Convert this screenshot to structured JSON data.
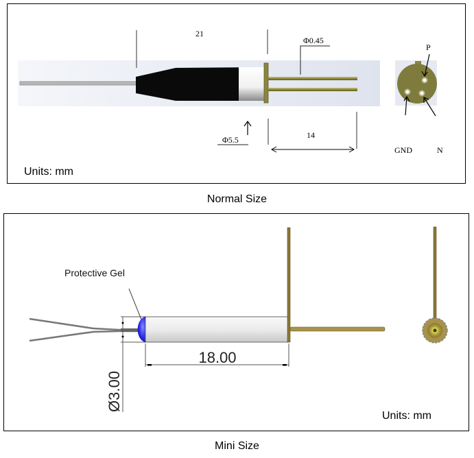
{
  "normal": {
    "caption": "Normal Size",
    "units": "Units: mm",
    "dim_total_length": "21",
    "dim_pin_diameter": "Φ0.45",
    "dim_body_diameter": "Φ5.5",
    "dim_pin_length": "14",
    "pin_labels": {
      "p": "P",
      "gnd": "GND",
      "n": "N"
    },
    "colors": {
      "body": "#0a0a0a",
      "cap": "#f2f2f2",
      "pins": "#8f8a3a",
      "header": "#7d7a3a",
      "background_band": "#e6e9f1"
    }
  },
  "mini": {
    "caption": "Mini Size",
    "units": "Units: mm",
    "callout": "Protective Gel",
    "dim_length": "18.00",
    "dim_diameter": "Ø3.00",
    "colors": {
      "gel": "#2a2ae8",
      "body": "#e6e6e6",
      "pins": "#8b7636"
    }
  }
}
